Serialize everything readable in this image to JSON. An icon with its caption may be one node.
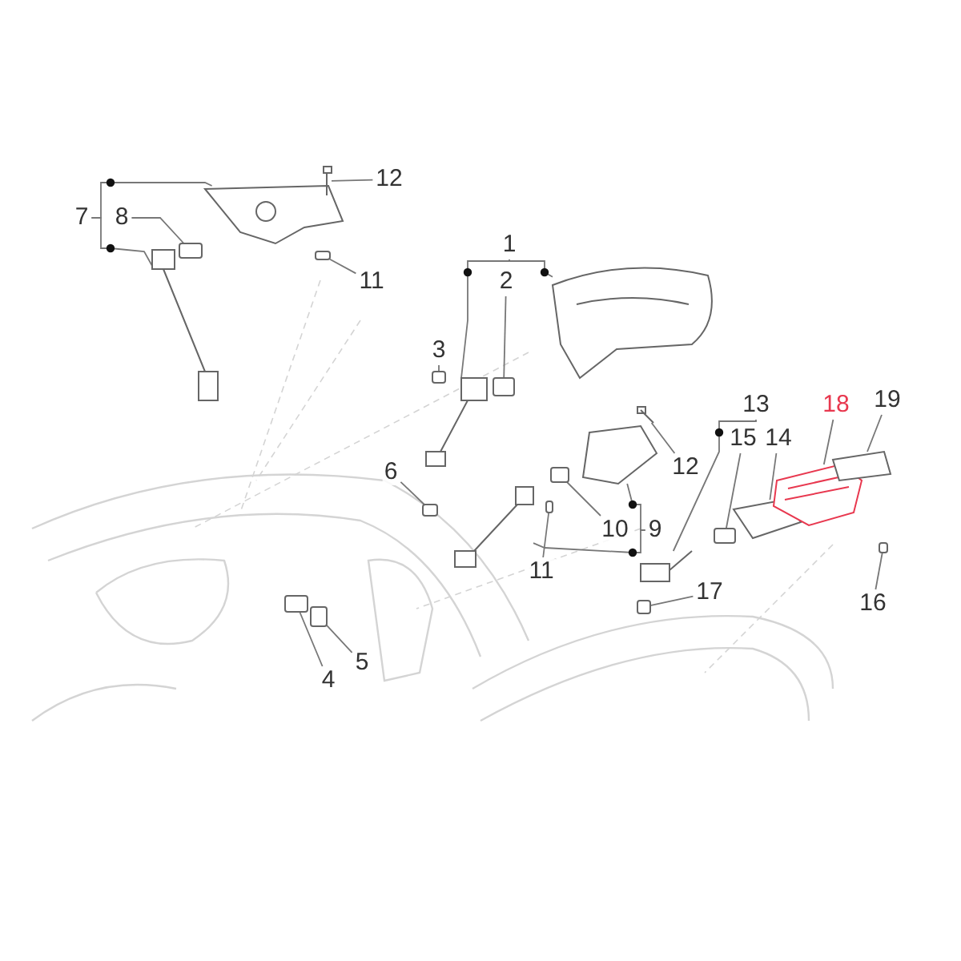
{
  "diagram": {
    "nodes": [
      {
        "text": [
          "12"
        ]
      },
      {
        "text": [
          "7"
        ]
      },
      {
        "text": [
          "8"
        ]
      },
      {
        "text": [
          "11"
        ]
      },
      {
        "text": [
          "1"
        ]
      },
      {
        "text": [
          "2"
        ]
      },
      {
        "text": [
          "3"
        ]
      },
      {
        "text": [
          "19"
        ]
      },
      {
        "text": [
          "18"
        ]
      },
      {
        "text": [
          "13"
        ]
      },
      {
        "text": [
          "15"
        ]
      },
      {
        "text": [
          "14"
        ]
      },
      {
        "text": [
          "12"
        ]
      },
      {
        "text": [
          "6"
        ]
      },
      {
        "text": [
          "10"
        ]
      },
      {
        "text": [
          "9"
        ]
      },
      {
        "text": [
          "11"
        ]
      },
      {
        "text": [
          "17"
        ]
      },
      {
        "text": [
          "16"
        ]
      },
      {
        "text": [
          "4"
        ]
      },
      {
        "text": [
          "5"
        ]
      },
      {
        "text": [],
        "shape": "picture"
      },
      {
        "text": [],
        "shape": "box"
      },
      {
        "text": [],
        "shape": "picture"
      },
      {
        "text": [],
        "shape": "picture"
      },
      {
        "text": [],
        "shape": "box"
      },
      {
        "text": [],
        "shape": "picture"
      },
      {
        "text": [],
        "shape": "picture"
      },
      {
        "text": [],
        "shape": "box"
      },
      {
        "text": [],
        "shape": "box"
      },
      {
        "text": [],
        "shape": "picture"
      },
      {
        "text": [],
        "shape": "picture"
      },
      {
        "text": [],
        "shape": "box"
      },
      {
        "text": [],
        "shape": "picture"
      },
      {
        "text": [],
        "shape": "box"
      },
      {
        "text": [],
        "shape": "box"
      },
      {
        "text": [],
        "shape": "picture"
      },
      {
        "text": [],
        "shape": "box"
      },
      {
        "text": [],
        "shape": "picture"
      },
      {
        "text": [],
        "shape": "picture"
      },
      {
        "text": [],
        "shape": "picture"
      },
      {
        "text": [],
        "shape": "box"
      },
      {
        "text": [],
        "shape": "box"
      },
      {
        "text": [],
        "shape": "box"
      },
      {
        "text": [],
        "shape": "box"
      }
    ],
    "edges": [
      {
        "from": 0,
        "to": 24,
        "arrow": "none"
      },
      {
        "from": 1,
        "to": 21,
        "arrow": "none"
      },
      {
        "from": 1,
        "to": 23,
        "arrow": "none"
      },
      {
        "from": 2,
        "to": 22,
        "arrow": "none"
      },
      {
        "from": 3,
        "to": 25,
        "arrow": "none"
      },
      {
        "from": 4,
        "to": 27,
        "arrow": "none"
      },
      {
        "from": 4,
        "to": 26,
        "arrow": "none"
      },
      {
        "from": 5,
        "to": 28,
        "arrow": "none"
      },
      {
        "from": 6,
        "to": 29,
        "arrow": "none"
      },
      {
        "from": 7,
        "to": 40,
        "arrow": "none"
      },
      {
        "from": 8,
        "to": 39,
        "arrow": "none"
      },
      {
        "from": 9,
        "to": 36,
        "arrow": "none"
      },
      {
        "from": 10,
        "to": 37,
        "arrow": "none"
      },
      {
        "from": 11,
        "to": 38,
        "arrow": "none"
      },
      {
        "from": 12,
        "to": 30,
        "arrow": "none"
      },
      {
        "from": 13,
        "to": 34,
        "arrow": "none"
      },
      {
        "from": 14,
        "to": 32,
        "arrow": "none"
      },
      {
        "from": 15,
        "to": 31,
        "arrow": "none"
      },
      {
        "from": 15,
        "to": 33,
        "arrow": "none"
      },
      {
        "from": 16,
        "to": 35,
        "arrow": "none"
      },
      {
        "from": 17,
        "to": 42,
        "arrow": "none"
      },
      {
        "from": 18,
        "to": 41,
        "arrow": "none"
      },
      {
        "from": 19,
        "to": 43,
        "arrow": "none"
      },
      {
        "from": 20,
        "to": 44,
        "arrow": "none"
      }
    ]
  }
}
